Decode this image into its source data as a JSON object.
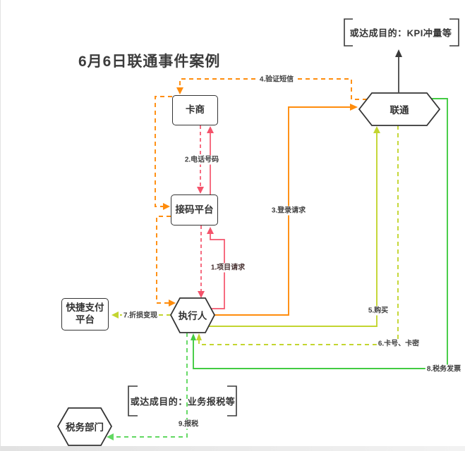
{
  "page": {
    "title": "6月6日联通事件案例"
  },
  "goals": {
    "top": "或达成目的：KPI冲量等",
    "bottom": "或达成目的：业务报税等"
  },
  "nodes": {
    "card_merchant": {
      "label": "卡商",
      "shape": "rect"
    },
    "sms_platform": {
      "label": "接码平台",
      "shape": "rect"
    },
    "fast_pay": {
      "label": "快捷支付平台",
      "shape": "rect"
    },
    "executor": {
      "label": "执行人",
      "shape": "hexagon"
    },
    "unicom": {
      "label": "联通",
      "shape": "hexagon"
    },
    "tax_bureau": {
      "label": "税务部门",
      "shape": "hexagon"
    }
  },
  "edges": {
    "e1": {
      "label": "1.项目请求",
      "from": "执行人",
      "to": "接码平台",
      "style": "solid",
      "color": "#f4536b"
    },
    "e2": {
      "label": "2.电话号码",
      "from": "卡商",
      "to": "接码平台",
      "style": "solid+dashed",
      "color": "#f4536b"
    },
    "e3": {
      "label": "3.登录请求",
      "from": "执行人",
      "to": "联通",
      "style": "solid",
      "color": "#ff8c0c"
    },
    "e4": {
      "label": "4.验证短信",
      "from": "联通",
      "to": "卡商",
      "style": "dashed",
      "color": "#ff8c0c"
    },
    "e5": {
      "label": "5.购买",
      "from": "执行人",
      "to": "联通",
      "style": "solid",
      "color": "#c3d530"
    },
    "e6": {
      "label": "6.卡号、卡密",
      "from": "联通",
      "to": "执行人",
      "style": "dashed",
      "color": "#c3d530"
    },
    "e7": {
      "label": "7.折损变现",
      "from": "执行人",
      "to": "快捷支付平台",
      "style": "dashed",
      "color": "#c3d530"
    },
    "e8": {
      "label": "8.税务发票",
      "from": "联通",
      "to": "执行人",
      "style": "solid",
      "color": "#42cb42"
    },
    "e9": {
      "label": "9.报税",
      "from": "执行人",
      "to": "税务部门",
      "style": "dashed",
      "color": "#61d861"
    }
  },
  "colors": {
    "orange": "#ff8c0c",
    "red_pink": "#f4536b",
    "lime": "#c3d530",
    "green": "#42cb42",
    "green_light": "#61d861",
    "ink": "#383838"
  }
}
